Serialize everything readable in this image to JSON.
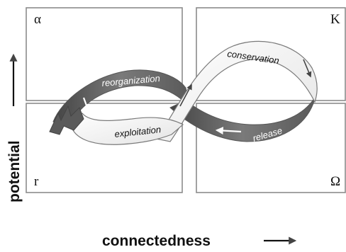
{
  "quadrants": {
    "top_left": "α",
    "top_right": "K",
    "bottom_left": "r",
    "bottom_right": "Ω"
  },
  "loop_labels": {
    "reorganization": "reorganization",
    "conservation": "conservation",
    "exploitation": "exploitation",
    "release": "release"
  },
  "axes": {
    "x_label": "connectedness",
    "y_label": "potential"
  },
  "colors": {
    "frame": "#8c8c8c",
    "dark_band": "#6f6f6f",
    "light_band": "#ffffff",
    "text_dark": "#111111"
  }
}
